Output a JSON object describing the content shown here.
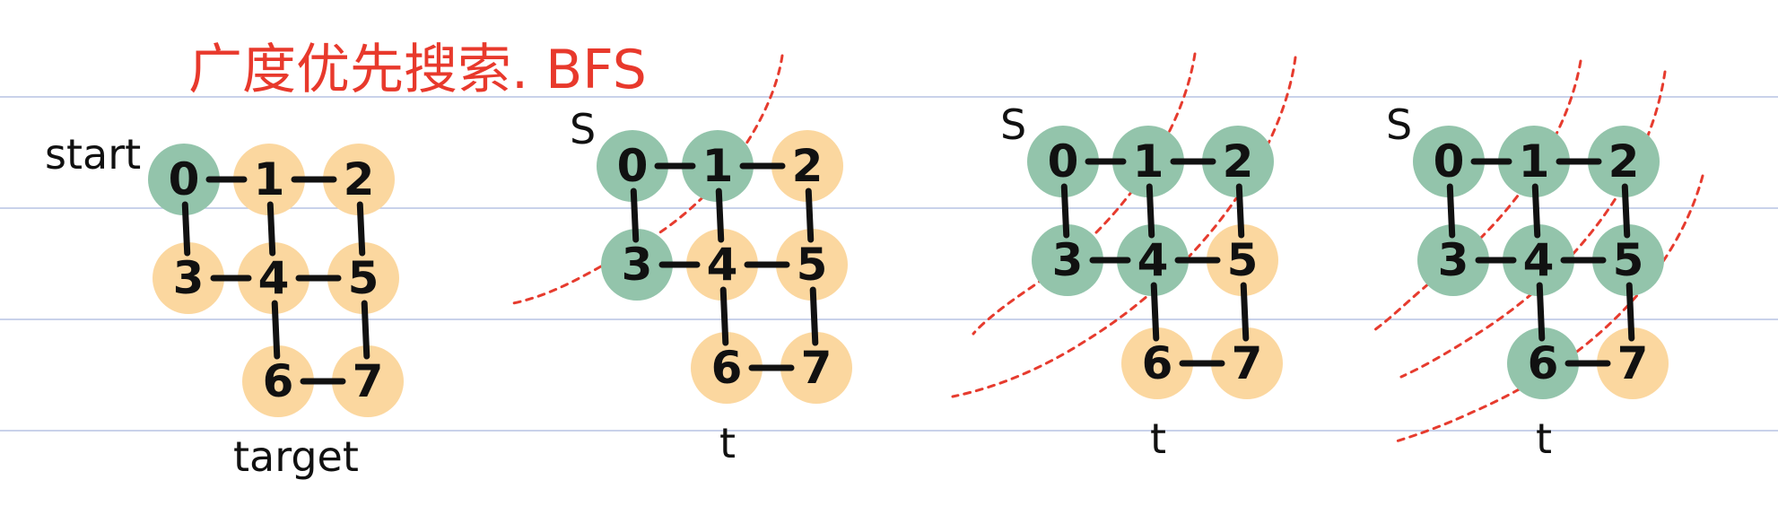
{
  "title": "广度优先搜索. BFS",
  "colors": {
    "visited": "#93c4ab",
    "unvisited": "#fbd79f",
    "frontier": "#e63b2e",
    "ink": "#111111",
    "title": "#e8392c"
  },
  "edges": [
    [
      0,
      1
    ],
    [
      1,
      2
    ],
    [
      0,
      3
    ],
    [
      1,
      4
    ],
    [
      2,
      5
    ],
    [
      3,
      4
    ],
    [
      4,
      5
    ],
    [
      4,
      6
    ],
    [
      5,
      7
    ],
    [
      6,
      7
    ]
  ],
  "panels": [
    {
      "nodes": [
        {
          "id": "0",
          "state": "visited"
        },
        {
          "id": "1",
          "state": "unvisited"
        },
        {
          "id": "2",
          "state": "unvisited"
        },
        {
          "id": "3",
          "state": "unvisited"
        },
        {
          "id": "4",
          "state": "unvisited"
        },
        {
          "id": "5",
          "state": "unvisited"
        },
        {
          "id": "6",
          "state": "unvisited"
        },
        {
          "id": "7",
          "state": "unvisited"
        }
      ],
      "source_label": "start",
      "target_label": "target"
    },
    {
      "nodes": [
        {
          "id": "0",
          "state": "visited"
        },
        {
          "id": "1",
          "state": "visited"
        },
        {
          "id": "2",
          "state": "unvisited"
        },
        {
          "id": "3",
          "state": "visited"
        },
        {
          "id": "4",
          "state": "unvisited"
        },
        {
          "id": "5",
          "state": "unvisited"
        },
        {
          "id": "6",
          "state": "unvisited"
        },
        {
          "id": "7",
          "state": "unvisited"
        }
      ],
      "source_label": "S",
      "target_label": "t"
    },
    {
      "nodes": [
        {
          "id": "0",
          "state": "visited"
        },
        {
          "id": "1",
          "state": "visited"
        },
        {
          "id": "2",
          "state": "visited"
        },
        {
          "id": "3",
          "state": "visited"
        },
        {
          "id": "4",
          "state": "visited"
        },
        {
          "id": "5",
          "state": "unvisited"
        },
        {
          "id": "6",
          "state": "unvisited"
        },
        {
          "id": "7",
          "state": "unvisited"
        }
      ],
      "source_label": "S",
      "target_label": "t"
    },
    {
      "nodes": [
        {
          "id": "0",
          "state": "visited"
        },
        {
          "id": "1",
          "state": "visited"
        },
        {
          "id": "2",
          "state": "visited"
        },
        {
          "id": "3",
          "state": "visited"
        },
        {
          "id": "4",
          "state": "visited"
        },
        {
          "id": "5",
          "state": "visited"
        },
        {
          "id": "6",
          "state": "visited"
        },
        {
          "id": "7",
          "state": "unvisited"
        }
      ],
      "source_label": "S",
      "target_label": "t"
    }
  ]
}
